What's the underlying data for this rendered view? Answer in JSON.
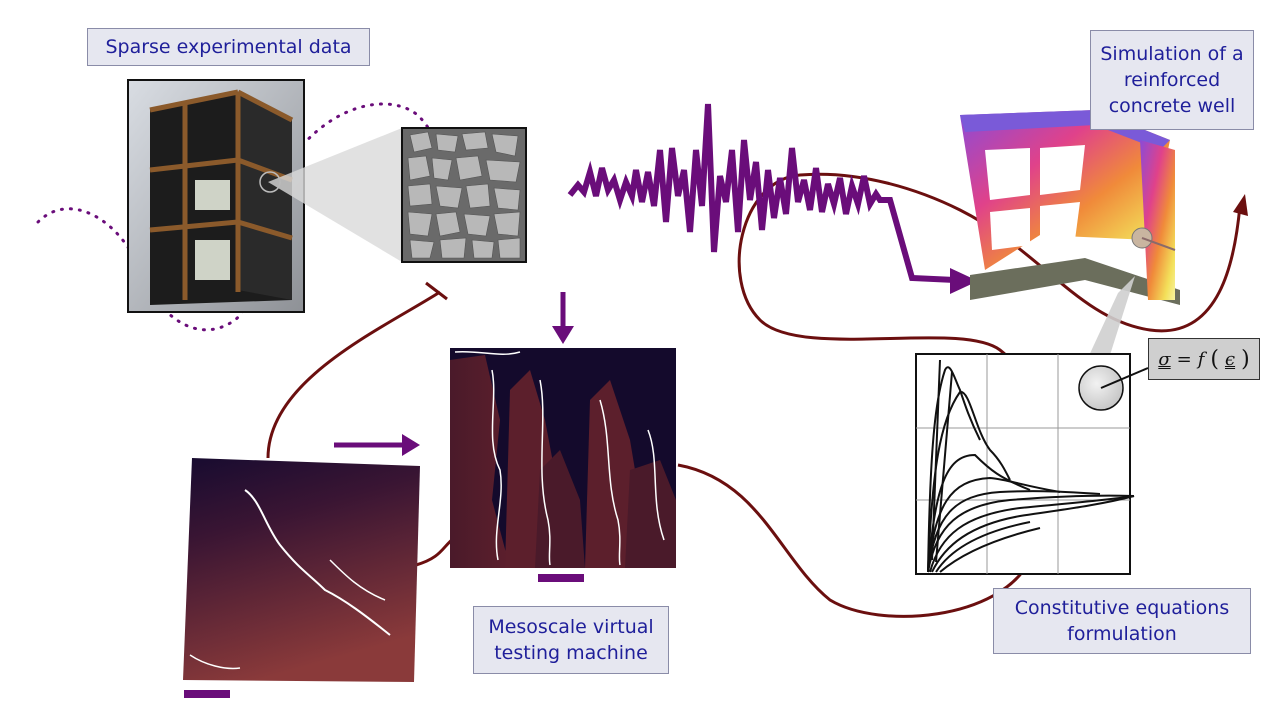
{
  "labels": {
    "sparse_data": "Sparse experimental data",
    "simulation_line1": "Simulation of a",
    "simulation_line2": "reinforced",
    "simulation_line3": "concrete well",
    "mesoscale_line1": "Mesoscale virtual",
    "mesoscale_line2": "testing machine",
    "constitutive_line1": "Constitutive equations",
    "constitutive_line2": "formulation"
  },
  "formula": {
    "sigma": "σ",
    "equals": "=",
    "func": "f",
    "epsilon": "ϵ"
  },
  "colors": {
    "label_bg": "#e6e7f0",
    "label_border": "#8a8ca8",
    "label_text": "#1f1f9a",
    "purple": "#6a0d7a",
    "dark_red": "#6b0f0f",
    "sample_dark": "#120a2a",
    "sample_red": "#6e2630"
  }
}
